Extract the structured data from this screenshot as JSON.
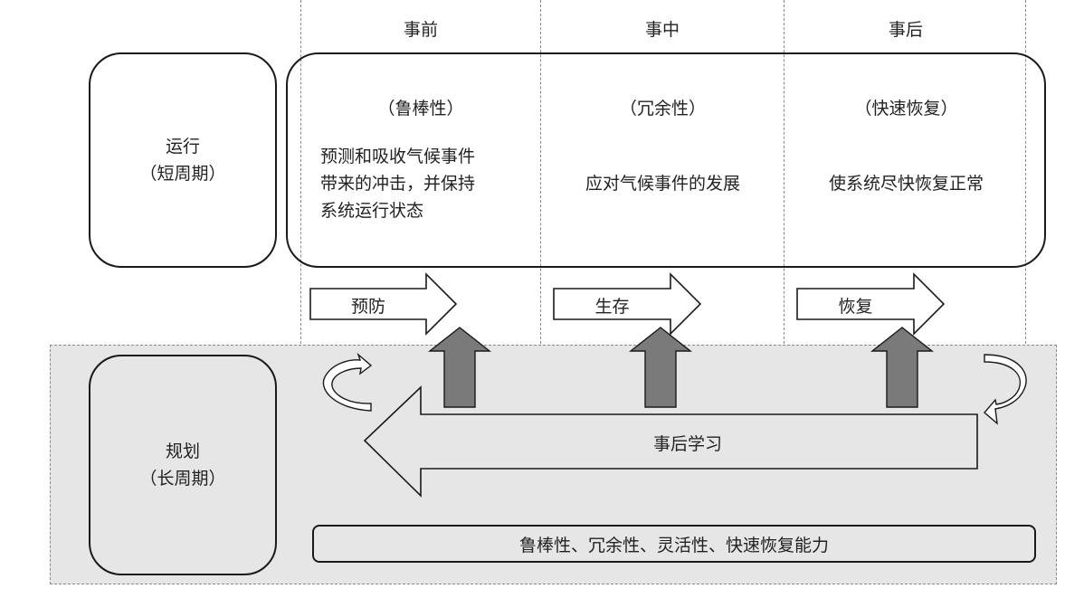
{
  "phases": [
    {
      "label": "事前",
      "trait": "（鲁棒性）",
      "description": "预测和吸收气候事件带来的冲击，并保持系统运行状态",
      "description_lines": [
        "预测和吸收气候事件",
        "带来的冲击，并保持",
        "系统运行状态"
      ],
      "action": "预防"
    },
    {
      "label": "事中",
      "trait": "（冗余性）",
      "description": "应对气候事件的发展",
      "description_lines": [
        "应对气候事件的发展"
      ],
      "action": "生存"
    },
    {
      "label": "事后",
      "trait": "（快速恢复）",
      "description": "使系统尽快恢复正常",
      "description_lines": [
        "使系统尽快恢复正常"
      ],
      "action": "恢复"
    }
  ],
  "operation_box": {
    "title": "运行",
    "subtitle": "（短周期）"
  },
  "planning_box": {
    "title": "规划",
    "subtitle": "（长周期）"
  },
  "learning_arrow": {
    "label": "事后学习"
  },
  "capabilities_bar": {
    "label": "鲁棒性、冗余性、灵活性、快速恢复能力"
  },
  "colors": {
    "planning_zone": "#e6e6e6",
    "up_arrow_fill": "#7a7a7a",
    "stroke": "#1a1a1a",
    "dashed": "#8a8a8a"
  }
}
